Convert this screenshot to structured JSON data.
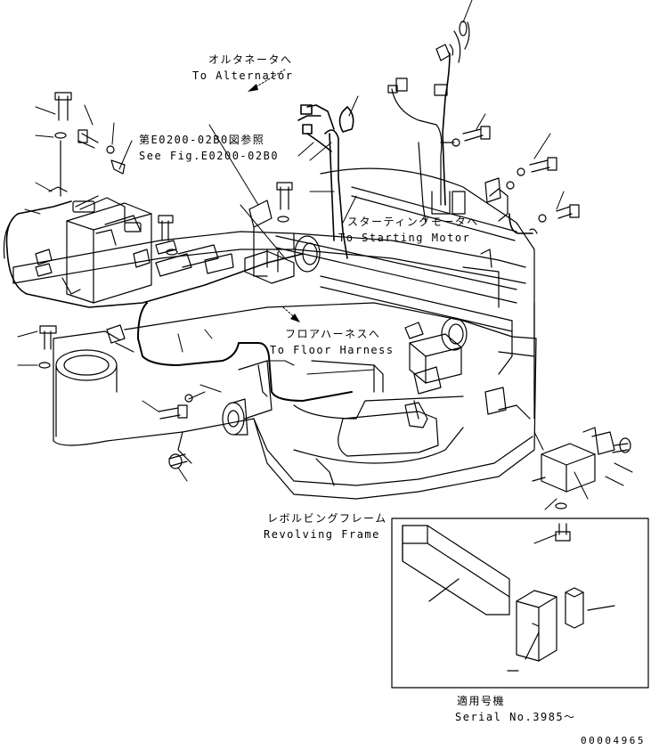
{
  "labels": {
    "alternator_jp": "オルタネータへ",
    "alternator_en": "To Alternator",
    "see_fig_jp": "第E0200-02B0図参照",
    "see_fig_en": "See Fig.E0200-02B0",
    "starting_motor_jp": "スターティングモータへ",
    "starting_motor_en": "To Starting Motor",
    "floor_harness_jp": "フロアハーネスへ",
    "floor_harness_en": "To Floor Harness",
    "revolving_frame_jp": "レボルビングフレーム",
    "revolving_frame_en": "Revolving Frame",
    "serial_jp": "適用号機",
    "serial_en": "Serial No.3985～"
  },
  "document_number": "00004965"
}
